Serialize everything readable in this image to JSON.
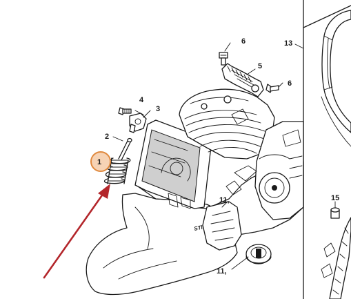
{
  "colors": {
    "line": "#1a1a1a",
    "background": "#ffffff",
    "arrow": "#b3262b",
    "highlight_fill": "#f6d3b5",
    "highlight_stroke": "#e0893e"
  },
  "callouts": {
    "part_1": "1",
    "part_2": "2",
    "part_3": "3",
    "part_4": "4",
    "part_5": "5",
    "part_6_top": "6",
    "part_6_right": "6",
    "part_11": "11,",
    "part_11_right": "11,",
    "part_13": "13",
    "part_15": "15"
  }
}
